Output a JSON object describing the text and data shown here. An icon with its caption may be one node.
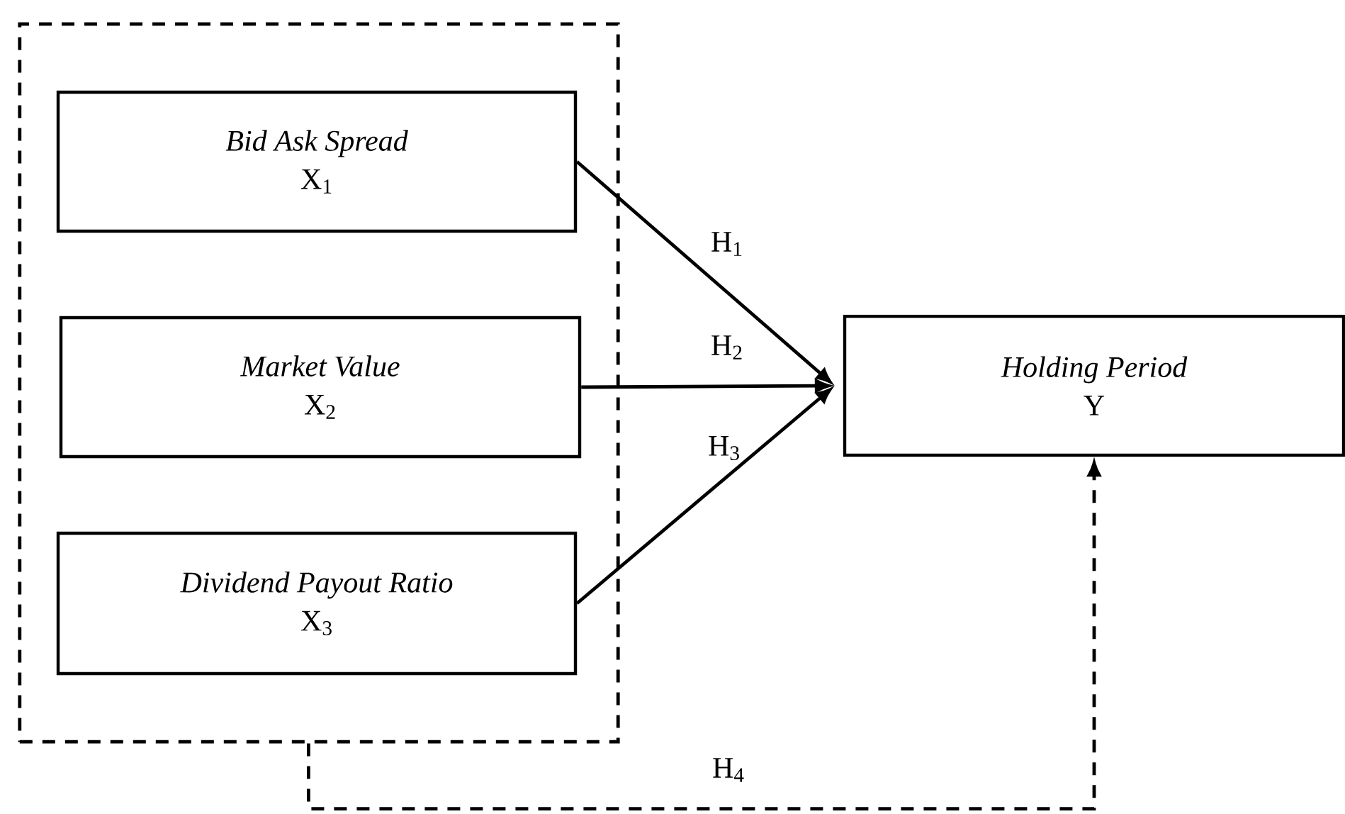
{
  "diagram": {
    "nodes": [
      {
        "text": [],
        "shape": "box"
      },
      {
        "text": [
          "Bid Ask Spread",
          "X$_{1}$"
        ],
        "in": 0
      },
      {
        "text": [
          "Market Value",
          "X$_{2}$"
        ],
        "in": 0
      },
      {
        "text": [
          "Dividend Payout Ratio",
          "X$_{3}$"
        ],
        "in": 0
      },
      {
        "text": [
          "Holding Period",
          "Y"
        ]
      }
    ],
    "edges": [
      {
        "from": 1,
        "to": 4,
        "arrow": "to",
        "label": "H$_{1}$"
      },
      {
        "from": 2,
        "to": 4,
        "arrow": "to",
        "label": "H$_{2}$"
      },
      {
        "from": 3,
        "to": 4,
        "arrow": "to",
        "label": "H$_{3}$"
      },
      {
        "from": 0,
        "to": 4,
        "arrow": "to",
        "label": "H$_{4}$",
        "style": "dashed"
      }
    ]
  }
}
